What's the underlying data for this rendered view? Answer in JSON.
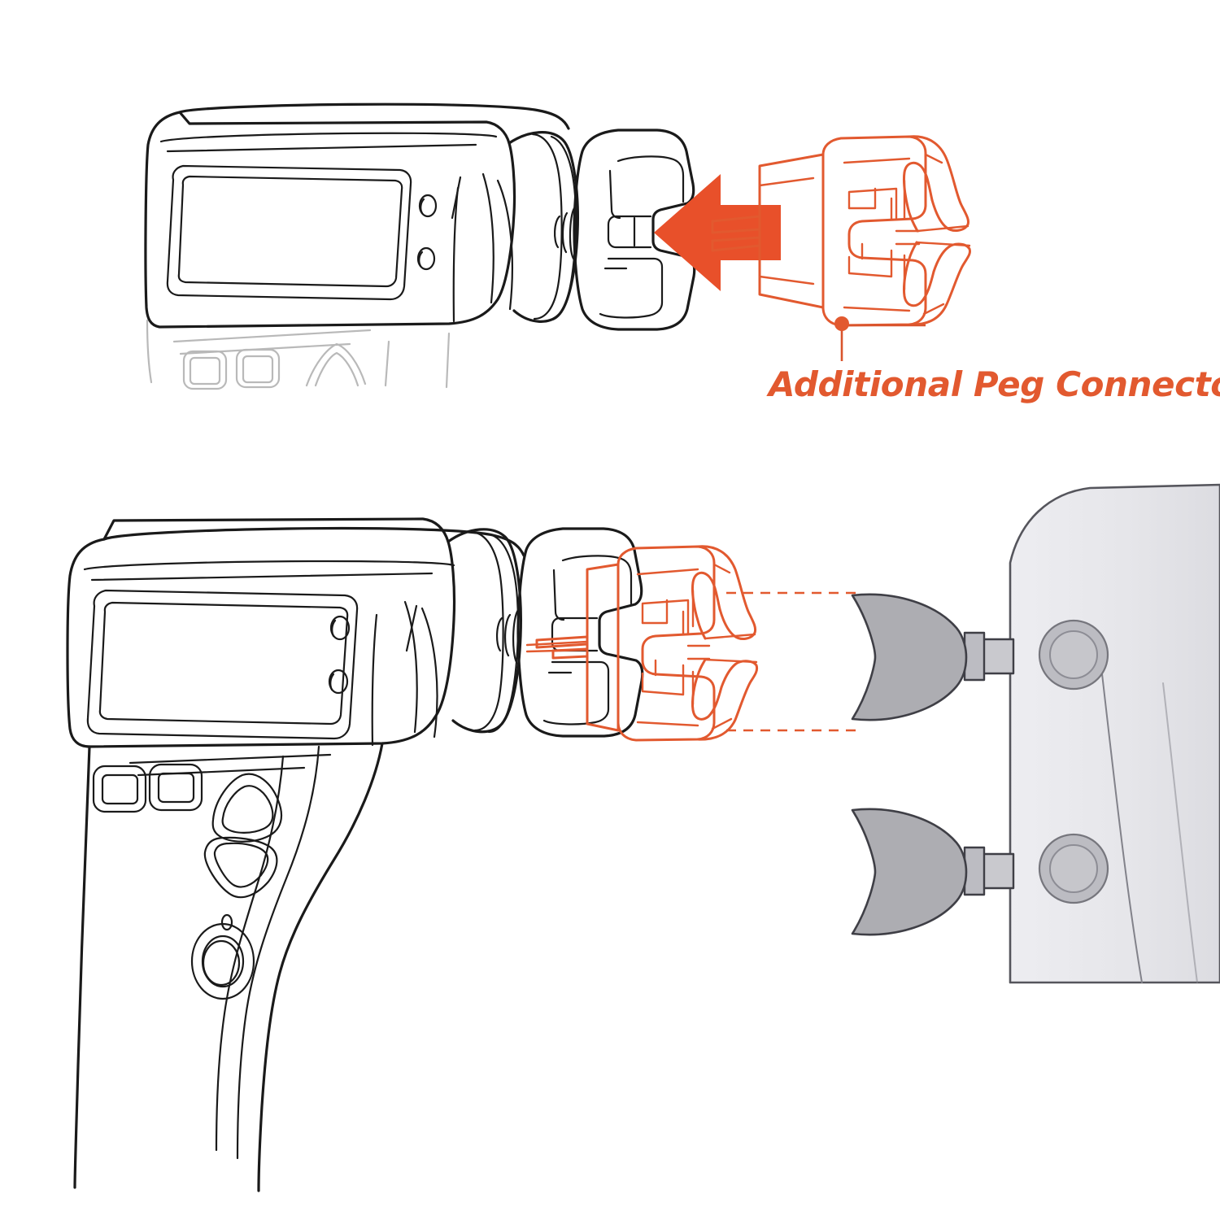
{
  "illustration": {
    "title": "Additional Peg Connector Attachment",
    "type": "technical-line-diagram",
    "background_color": "#ffffff",
    "panels": [
      {
        "id": "top",
        "name": "step-attach-connector",
        "description": "Handheld device with nose coupling; orange peg connector slides on, indicated by a solid arrow pointing left toward the device nose."
      },
      {
        "id": "bottom",
        "name": "step-align-to-pegs",
        "description": "Handheld device with the orange peg connector installed, aligned by dashed guide lines to two gray wall-mounted pegs."
      }
    ]
  },
  "callout": {
    "label": "Additional Peg Connector",
    "color": "#e2592f",
    "leader_dot": true
  },
  "colors": {
    "ink": "#1a1a1a",
    "connector_orange": "#e2592f",
    "arrow_orange": "#e8502a",
    "peg_gray": "#adadb2",
    "panel_gray": "#e4e4e8",
    "socket_gray": "#bcbcc2"
  },
  "device": {
    "name": "handheld-controller",
    "screen": "blank-lcd-display",
    "indicator_lights": 2,
    "buttons": [
      {
        "name": "square-button-left",
        "shape": "rounded-square"
      },
      {
        "name": "square-button-right",
        "shape": "rounded-square"
      },
      {
        "name": "up-arrow-button",
        "shape": "triangle-up"
      },
      {
        "name": "down-arrow-button",
        "shape": "triangle-down"
      },
      {
        "name": "power-button",
        "shape": "circle"
      }
    ],
    "power_led": "o"
  },
  "pegs": [
    {
      "name": "upper-peg",
      "shape": "bell-cone",
      "mounted_on": "wall-panel"
    },
    {
      "name": "lower-peg",
      "shape": "bell-cone",
      "mounted_on": "wall-panel"
    }
  ],
  "sockets": [
    {
      "name": "upper-socket",
      "shape": "ring"
    },
    {
      "name": "lower-socket",
      "shape": "ring"
    }
  ],
  "guides": {
    "name": "alignment-dashed-lines",
    "count": 2,
    "style": "dashed",
    "color": "#e2592f"
  },
  "arrow": {
    "name": "insertion-arrow",
    "direction": "left",
    "color": "#e8502a"
  }
}
